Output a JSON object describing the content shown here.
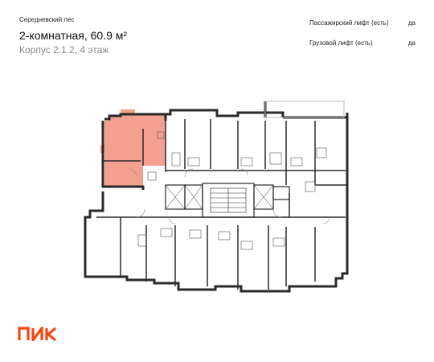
{
  "header": {
    "project": "Середневский лес",
    "apartment_title": "2-комнатная, 60.9 м²",
    "building_floor": "Корпус 2.1.2, 4 этаж"
  },
  "features": [
    {
      "label": "Пассажирский лифт (есть)",
      "value": "да"
    },
    {
      "label": "Грузовой лифт (есть)",
      "value": "да"
    }
  ],
  "colors": {
    "highlight": "#f4a090",
    "brand": "#fa4616",
    "walls": "#2a2a2a"
  },
  "logo": {
    "text": "ПИК"
  }
}
